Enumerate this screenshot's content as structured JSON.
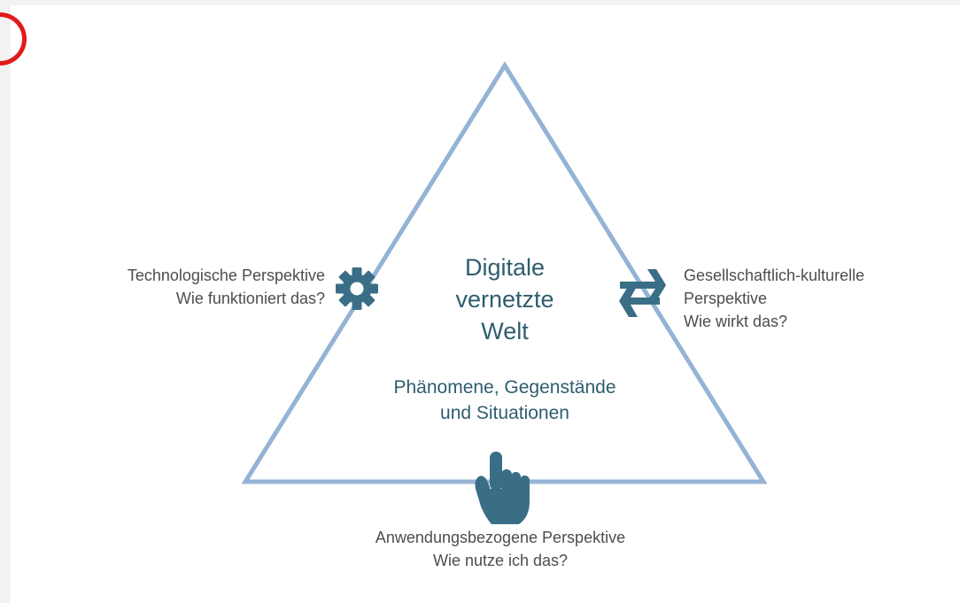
{
  "center": {
    "title_lines": [
      "Digitale",
      "vernetzte",
      "Welt"
    ],
    "subtitle_lines": [
      "Phänomene, Gegenstände",
      "und Situationen"
    ]
  },
  "perspectives": {
    "technological": {
      "lines": [
        "Technologische Perspektive",
        "Wie funktioniert das?"
      ],
      "icon": "gear-icon"
    },
    "social_cultural": {
      "lines": [
        "Gesellschaftlich-kulturelle",
        "Perspektive",
        "Wie wirkt das?"
      ],
      "icon": "exchange-arrows-icon"
    },
    "application": {
      "lines": [
        "Anwendungsbezogene Perspektive",
        "Wie nutze ich das?"
      ],
      "icon": "pointing-hand-icon"
    }
  },
  "colors": {
    "triangle": "#94b3d6",
    "icon": "#3a6e87",
    "text": "#4d4d4d",
    "center_text": "#2f5d6e",
    "corner_mark": "#e21a1a"
  }
}
